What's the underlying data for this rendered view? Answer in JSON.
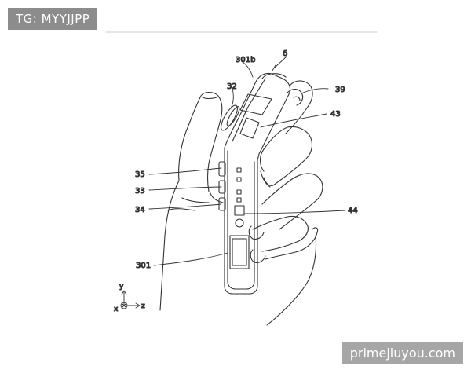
{
  "watermark_top": "TG: MYYJJPP",
  "watermark_bottom": "primejiuyou.com",
  "labels": {
    "l6": "6",
    "l301b": "301b",
    "l39": "39",
    "l32": "32",
    "l43": "43",
    "l35": "35",
    "l33": "33",
    "l34": "34",
    "l44": "44",
    "l301": "301"
  },
  "axes": {
    "y": "y",
    "x": "x",
    "z": "z"
  },
  "colors": {
    "line": "#333333",
    "watermark": "#8c8c8c"
  }
}
